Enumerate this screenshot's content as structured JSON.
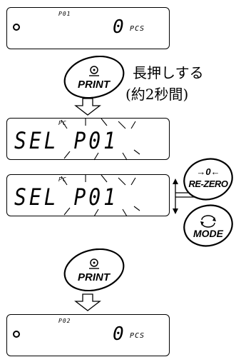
{
  "display_1": {
    "label": "P01",
    "value": "0",
    "unit": "PCS"
  },
  "print_key": {
    "label": "PRINT"
  },
  "instruction": {
    "line1": "長押しする",
    "line2": "(約2秒間)"
  },
  "display_2": {
    "label": "PC",
    "main": "SEL  P01"
  },
  "display_3": {
    "label": "PC",
    "main": "SEL  P01"
  },
  "rezero_key": {
    "label": "RE-ZERO",
    "symbol": "→0←"
  },
  "mode_key": {
    "label": "MODE"
  },
  "display_4": {
    "label": "P02",
    "value": "0",
    "unit": "PCS"
  }
}
